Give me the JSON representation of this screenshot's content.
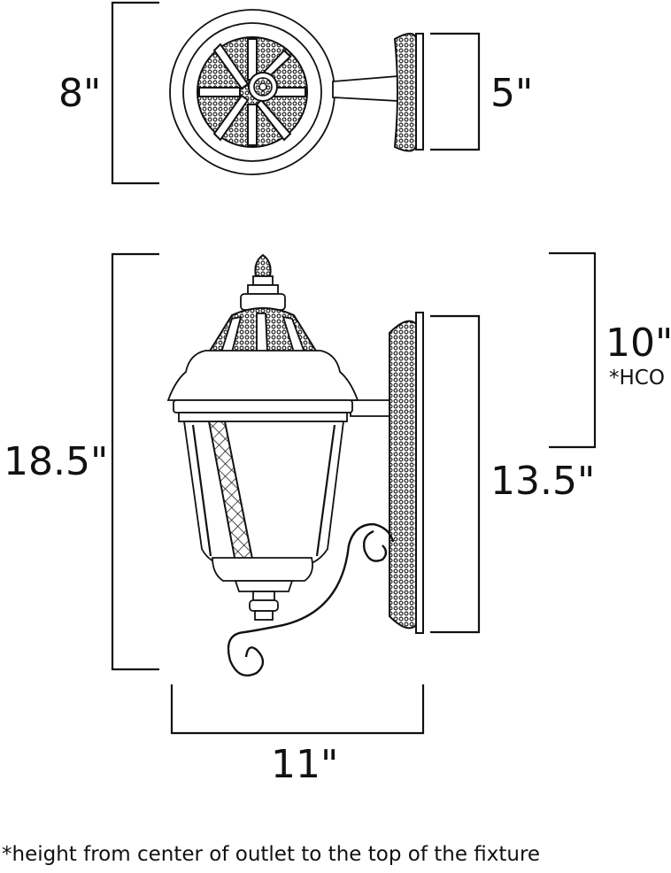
{
  "dimensions": {
    "top_height": "8\"",
    "top_depth": "5\"",
    "overall_height": "18.5\"",
    "hco_height": "10\"",
    "hco_label": "*HCO",
    "backplate_height": "13.5\"",
    "width": "11\""
  },
  "footnote": "*height from center of outlet to the top of the fixture"
}
